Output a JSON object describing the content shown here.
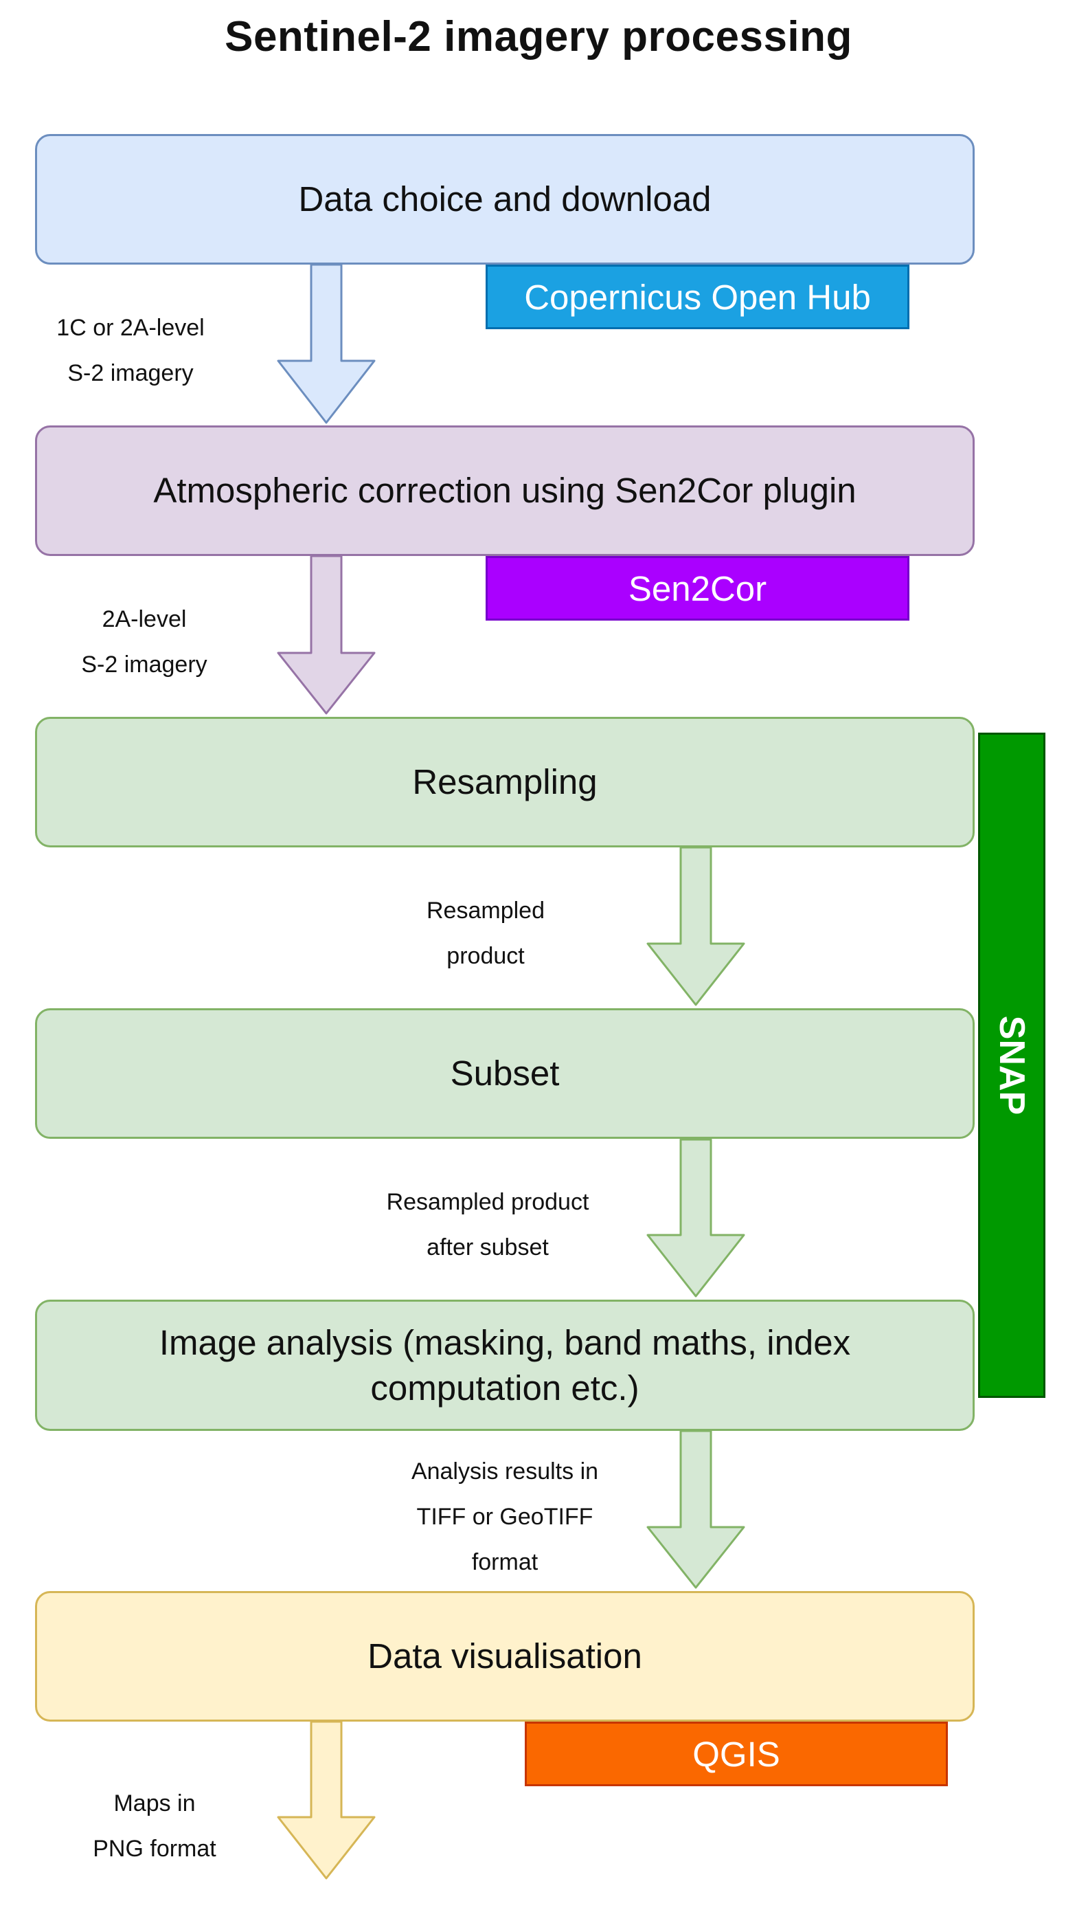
{
  "title": "Sentinel-2 imagery processing",
  "steps": {
    "download": "Data choice and download",
    "atmospheric": "Atmospheric correction using Sen2Cor plugin",
    "resampling": "Resampling",
    "subset": "Subset",
    "analysis_line1": "Image analysis (masking, band maths, index",
    "analysis_line2": "computation etc.)",
    "visualisation": "Data visualisation"
  },
  "tools": {
    "copernicus": "Copernicus Open Hub",
    "sen2cor": "Sen2Cor",
    "snap": "SNAP",
    "qgis": "QGIS"
  },
  "edges": {
    "e1_line1": "1C or 2A-level",
    "e1_line2": "S-2 imagery",
    "e2_line1": "2A-level",
    "e2_line2": "S-2 imagery",
    "e3_line1": "Resampled",
    "e3_line2": "product",
    "e4_line1": "Resampled product",
    "e4_line2": "after subset",
    "e5_line1": "Analysis results in",
    "e5_line2": "TIFF or GeoTIFF",
    "e5_line3": "format",
    "e6_line1": "Maps in",
    "e6_line2": "PNG format"
  },
  "colors": {
    "blue_fill": "#dae8fc",
    "blue_stroke": "#6c8ebf",
    "purple_fill": "#e1d5e7",
    "purple_stroke": "#9673a6",
    "green_fill": "#d5e8d4",
    "green_stroke": "#82b366",
    "yellow_fill": "#fff2cc",
    "yellow_stroke": "#d6b656",
    "copernicus": "#1ba1e2",
    "sen2cor": "#aa00ff",
    "snap": "#009900",
    "qgis": "#fa6800"
  }
}
